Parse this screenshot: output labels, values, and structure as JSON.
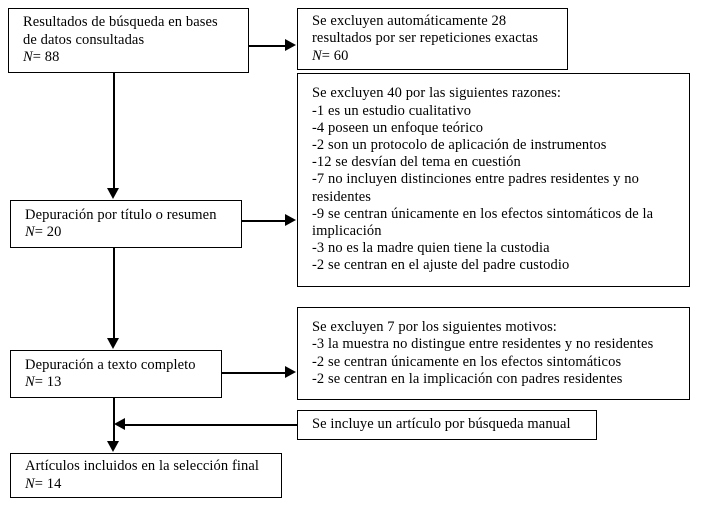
{
  "diagram": {
    "title": "Diagrama de flujo de selección de artículos",
    "language": "es",
    "stroke_color": "#000000",
    "background_color": "#ffffff"
  },
  "nodes": {
    "search_results": {
      "name": "search-results-box",
      "lines": [
        "Resultados de búsqueda en bases",
        "de datos consultadas"
      ],
      "count_label": "N",
      "count_value": "= 88"
    },
    "auto_excluded": {
      "name": "auto-excluded-box",
      "lines": [
        "Se excluyen automáticamente 28",
        "resultados por ser repeticiones exactas"
      ],
      "count_label": "N",
      "count_value": "= 60"
    },
    "excluded_40": {
      "name": "excluded-40-box",
      "lines": [
        "Se excluyen 40 por las siguientes razones:",
        "-1 es un estudio cualitativo",
        "-4 poseen un enfoque teórico",
        "-2 son un protocolo de aplicación de instrumentos",
        "-12 se desvían del tema en cuestión",
        "-7 no incluyen distinciones entre padres residentes y no",
        "residentes",
        "-9 se centran únicamente en los efectos sintomáticos de la",
        "implicación",
        "-3 no es la madre quien tiene la custodia",
        "-2 se centran en el ajuste del padre custodio"
      ]
    },
    "title_abstract_screening": {
      "name": "title-abstract-screening-box",
      "lines": [
        "Depuración por título o resumen"
      ],
      "count_label": "N",
      "count_value": "= 20"
    },
    "excluded_7": {
      "name": "excluded-7-box",
      "lines": [
        "Se excluyen 7 por los siguientes motivos:",
        "-3 la muestra no distingue entre residentes y no residentes",
        "-2 se centran únicamente en los efectos sintomáticos",
        "-2 se centran en la implicación con padres residentes"
      ]
    },
    "fulltext_screening": {
      "name": "fulltext-screening-box",
      "lines": [
        "Depuración a texto completo"
      ],
      "count_label": "N",
      "count_value": "= 13"
    },
    "manual_search": {
      "name": "manual-search-box",
      "lines": [
        "Se incluye un artículo por búsqueda manual"
      ]
    },
    "final_selection": {
      "name": "final-selection-box",
      "lines": [
        "Artículos incluidos en la selección final"
      ],
      "count_label": "N",
      "count_value": "= 14"
    }
  },
  "connectors": [
    {
      "name": "arrow-search-to-auto-excluded",
      "direction": "right"
    },
    {
      "name": "arrow-search-to-title-screening",
      "direction": "down"
    },
    {
      "name": "arrow-title-screening-to-excluded-40",
      "direction": "right"
    },
    {
      "name": "arrow-title-screening-to-fulltext",
      "direction": "down"
    },
    {
      "name": "arrow-fulltext-to-excluded-7",
      "direction": "right"
    },
    {
      "name": "arrow-fulltext-to-final",
      "direction": "down"
    },
    {
      "name": "arrow-manual-search-to-final-path",
      "direction": "left"
    }
  ]
}
